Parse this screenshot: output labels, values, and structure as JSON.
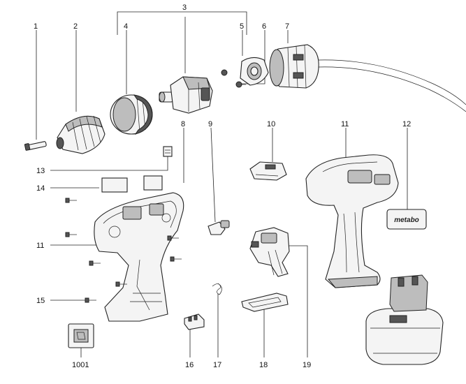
{
  "labels": {
    "l1": "1",
    "l2": "2",
    "l3": "3",
    "l4": "4",
    "l5": "5",
    "l6": "6",
    "l7": "7",
    "l8": "8",
    "l9": "9",
    "l10": "10",
    "l11a": "11",
    "l11b": "11",
    "l12": "12",
    "l13": "13",
    "l14": "14",
    "l15": "15",
    "l16": "16",
    "l17": "17",
    "l18": "18",
    "l19": "19",
    "l1001": "1001"
  },
  "logo_text": "metabo"
}
